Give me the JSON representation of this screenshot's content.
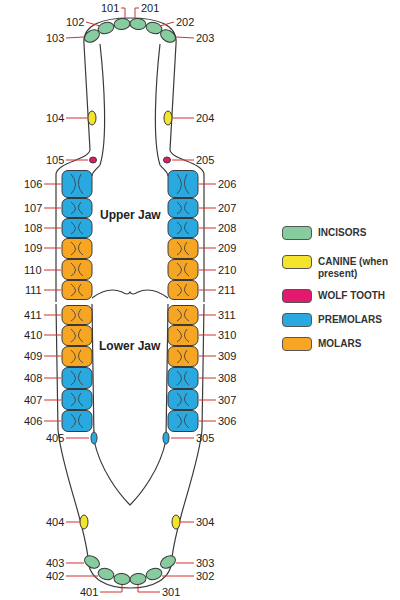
{
  "diagram": {
    "labels": [
      "101",
      "201",
      "102",
      "202",
      "103",
      "203",
      "104",
      "204",
      "105",
      "205",
      "106",
      "206",
      "107",
      "207",
      "108",
      "208",
      "109",
      "209",
      "110",
      "210",
      "111",
      "211",
      "Upper Jaw",
      "411",
      "311",
      "410",
      "310",
      "409",
      "309",
      "Lower Jaw",
      "408",
      "308",
      "407",
      "307",
      "406",
      "306",
      "405",
      "305",
      "404",
      "304",
      "403",
      "303",
      "402",
      "302",
      "401",
      "301"
    ],
    "legend": [
      {
        "text": "INCISORS",
        "color": "#86cc9e"
      },
      {
        "text": "CANINE (when present)",
        "color": "#f4e42c"
      },
      {
        "text": "WOLF TOOTH",
        "color": "#e3196f"
      },
      {
        "text": "PREMOLARS",
        "color": "#29a9e0"
      },
      {
        "text": "MOLARS",
        "color": "#f6a622"
      }
    ]
  }
}
